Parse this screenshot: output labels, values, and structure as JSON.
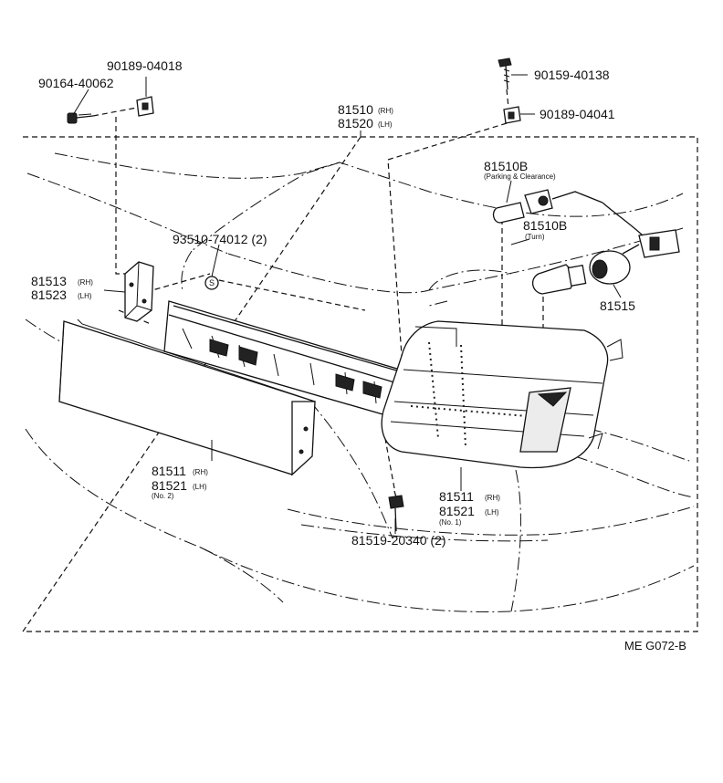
{
  "diagram": {
    "parts": {
      "screw_top_left": "90164-40062",
      "nut_top_left": "90189-04018",
      "screw_top_right": "90159-40138",
      "nut_top_right": "90189-04041",
      "lamp_assy_rh": "81510",
      "lamp_assy_rh_side": "(RH)",
      "lamp_assy_lh": "81520",
      "lamp_assy_lh_side": "(LH)",
      "bulb_parking": "81510B",
      "bulb_parking_note": "(Parking & Clearance)",
      "bulb_turn": "81510B",
      "bulb_turn_note": "(Turn)",
      "socket": "81515",
      "sealant": "93510-74012 (2)",
      "sealant_symbol": "S",
      "bracket_rh": "81513",
      "bracket_rh_side": "(RH)",
      "bracket_lh": "81523",
      "bracket_lh_side": "(LH)",
      "lens_no2_rh": "81511",
      "lens_no2_rh_side": "(RH)",
      "lens_no2_lh": "81521",
      "lens_no2_lh_side": "(LH)",
      "lens_no2_note": "(No. 2)",
      "lens_no1_rh": "81511",
      "lens_no1_rh_side": "(RH)",
      "lens_no1_lh": "81521",
      "lens_no1_lh_side": "(LH)",
      "lens_no1_note": "(No. 1)",
      "screw_bottom": "81519-20340 (2)"
    },
    "figure_code": "ME G072-B"
  }
}
